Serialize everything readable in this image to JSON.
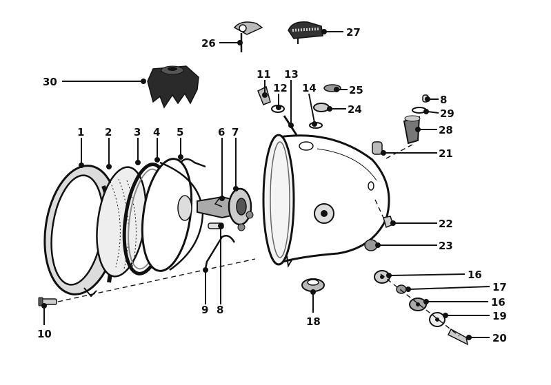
{
  "callouts": [
    {
      "id": "c1",
      "text": "1"
    },
    {
      "id": "c2",
      "text": "2"
    },
    {
      "id": "c3",
      "text": "3"
    },
    {
      "id": "c4",
      "text": "4"
    },
    {
      "id": "c5",
      "text": "5"
    },
    {
      "id": "c6",
      "text": "6"
    },
    {
      "id": "c7",
      "text": "7"
    },
    {
      "id": "c8a",
      "text": "8"
    },
    {
      "id": "c9",
      "text": "9"
    },
    {
      "id": "c10",
      "text": "10"
    },
    {
      "id": "c11",
      "text": "11"
    },
    {
      "id": "c12",
      "text": "12"
    },
    {
      "id": "c13",
      "text": "13"
    },
    {
      "id": "c14",
      "text": "14"
    },
    {
      "id": "c25",
      "text": "25"
    },
    {
      "id": "c24",
      "text": "24"
    },
    {
      "id": "c8b",
      "text": "8"
    },
    {
      "id": "c29",
      "text": "29"
    },
    {
      "id": "c28",
      "text": "28"
    },
    {
      "id": "c21",
      "text": "21"
    },
    {
      "id": "c22",
      "text": "22"
    },
    {
      "id": "c23",
      "text": "23"
    },
    {
      "id": "c16a",
      "text": "16"
    },
    {
      "id": "c17",
      "text": "17"
    },
    {
      "id": "c16b",
      "text": "16"
    },
    {
      "id": "c19",
      "text": "19"
    },
    {
      "id": "c20",
      "text": "20"
    },
    {
      "id": "c18",
      "text": "18"
    },
    {
      "id": "c26",
      "text": "26"
    },
    {
      "id": "c27",
      "text": "27"
    },
    {
      "id": "c30",
      "text": "30"
    }
  ]
}
